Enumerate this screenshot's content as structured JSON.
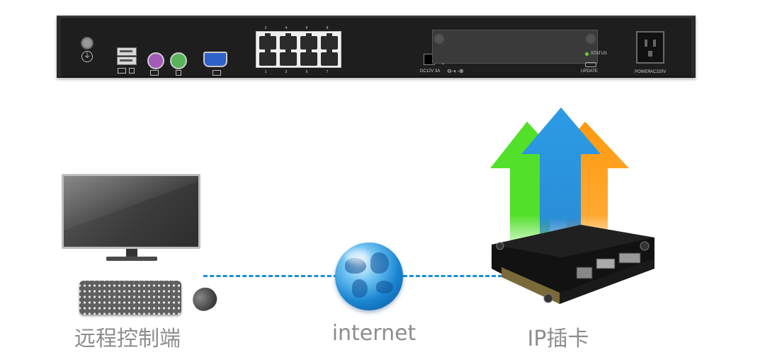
{
  "device": {
    "rj45_top_numbers": [
      "2",
      "4",
      "6",
      "8"
    ],
    "rj45_bottom_numbers": [
      "1",
      "3",
      "5",
      "7"
    ],
    "dc_label": "DC12V 3A",
    "status_label": "STATUS",
    "update_label": "UPDATE",
    "power_label": "POWER",
    "ac_label": "AC220V"
  },
  "labels": {
    "remote": "远程控制端",
    "internet": "internet",
    "ip_card": "IP插卡"
  },
  "colors": {
    "dashed_link": "#1a8fd6",
    "arrow_green": "#52e02a",
    "arrow_blue": "#2c9be6",
    "arrow_orange": "#ff9a10",
    "label_text": "#8d8d8d"
  }
}
